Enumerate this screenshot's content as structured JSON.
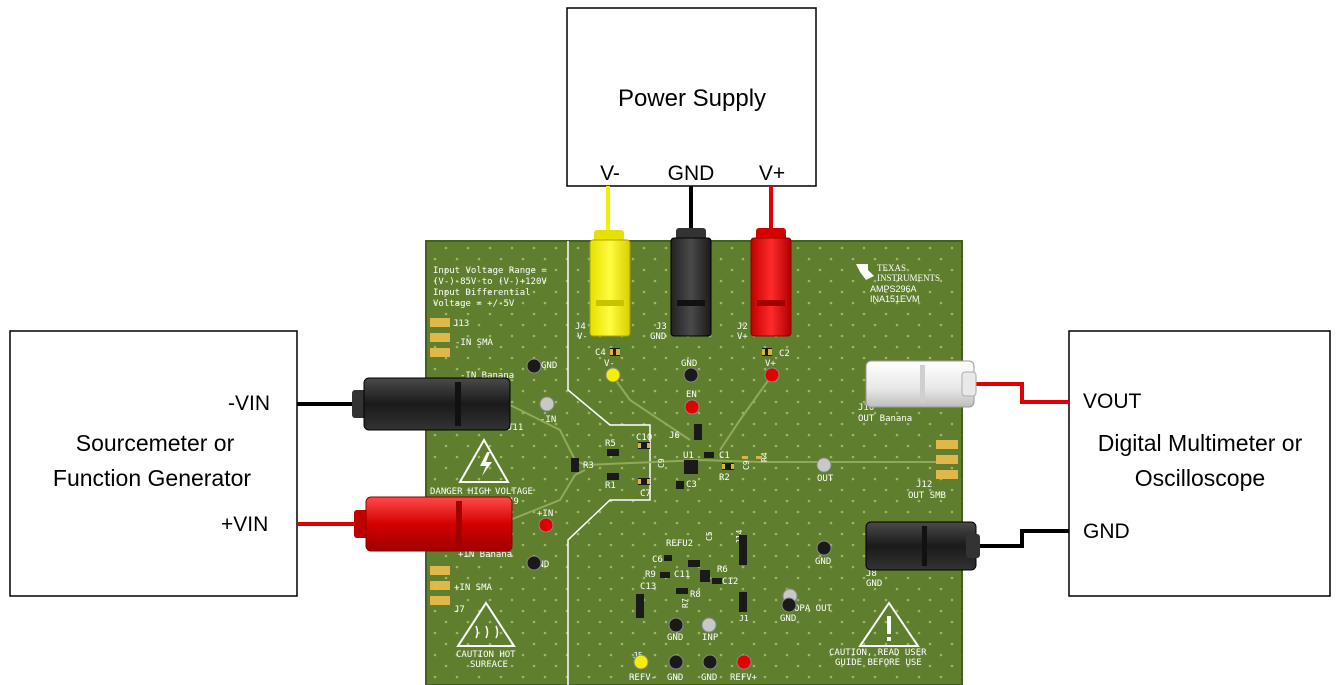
{
  "power_supply": {
    "title": "Power Supply",
    "terminals": [
      "V-",
      "GND",
      "V+"
    ]
  },
  "source": {
    "title_line1": "Sourcemeter or",
    "title_line2": "Function Generator",
    "neg_input": "-VIN",
    "pos_input": "+VIN"
  },
  "meter": {
    "title_line1": "Digital Multimeter or",
    "title_line2": "Oscilloscope",
    "out_label": "VOUT",
    "gnd_label": "GND"
  },
  "board": {
    "brand_line1": "TEXAS",
    "brand_line2": "INSTRUMENTS",
    "part1": "AMPS296A",
    "part2": "INA151EVM",
    "range_note": [
      "Input Voltage Range =",
      "(V-)-85V to (V-)+120V",
      "Input Differential",
      "Voltage = +/-5V"
    ],
    "danger": "DANGER HIGH VOLTAGE",
    "hot_line1": "CAUTION HOT",
    "hot_line2": "SURFACE",
    "caution_line1": "CAUTION, READ USER",
    "caution_line2": "GUIDE BEFORE USE",
    "labels": {
      "j4": "J4",
      "j4b": "V-",
      "j3": "J3",
      "j3b": "GND",
      "j2": "J2",
      "j2b": "V+",
      "j13": "J13",
      "neg_sma": "-IN SMA",
      "neg_banana": "-IN Banana",
      "j11": "J11",
      "neg_in": "-IN",
      "j9": "J9",
      "pos_in": "+IN",
      "pos_banana": "+IN Banana",
      "pos_sma": "+IN SMA",
      "j7": "J7",
      "j10": "J10",
      "out_banana": "OUT Banana",
      "j12": "J12",
      "out_smb": "OUT SMB",
      "j8": "J8",
      "j8b": "GND",
      "out": "OUT",
      "opa_out": "OPA OUT",
      "en": "EN",
      "gnd": "GND",
      "vminus": "V-",
      "vplus": "V+",
      "inp": "INP",
      "refv_minus": "REFV-",
      "refv_plus": "REFV+",
      "refu2": "REFU2",
      "j5": "J5",
      "j1": "J1",
      "j14": "J14",
      "j6": "J6",
      "u1": "U1",
      "c1": "C1",
      "c2": "C2",
      "c3": "C3",
      "c4": "C4",
      "c5": "C5",
      "c6": "C6",
      "c7": "C7",
      "c9": "C9",
      "c10": "C10",
      "c11": "C11",
      "c12": "C12",
      "c13": "C13",
      "r1": "R1",
      "r2": "R2",
      "r3": "R3",
      "r4": "R4",
      "r5": "R5",
      "r6": "R6",
      "r7": "R7",
      "r8": "R8",
      "r9": "R9"
    }
  },
  "colors": {
    "board_green": "#5f7f2f",
    "red": "#e00000",
    "yellow": "#f5ef00",
    "black": "#1a1a1a"
  }
}
